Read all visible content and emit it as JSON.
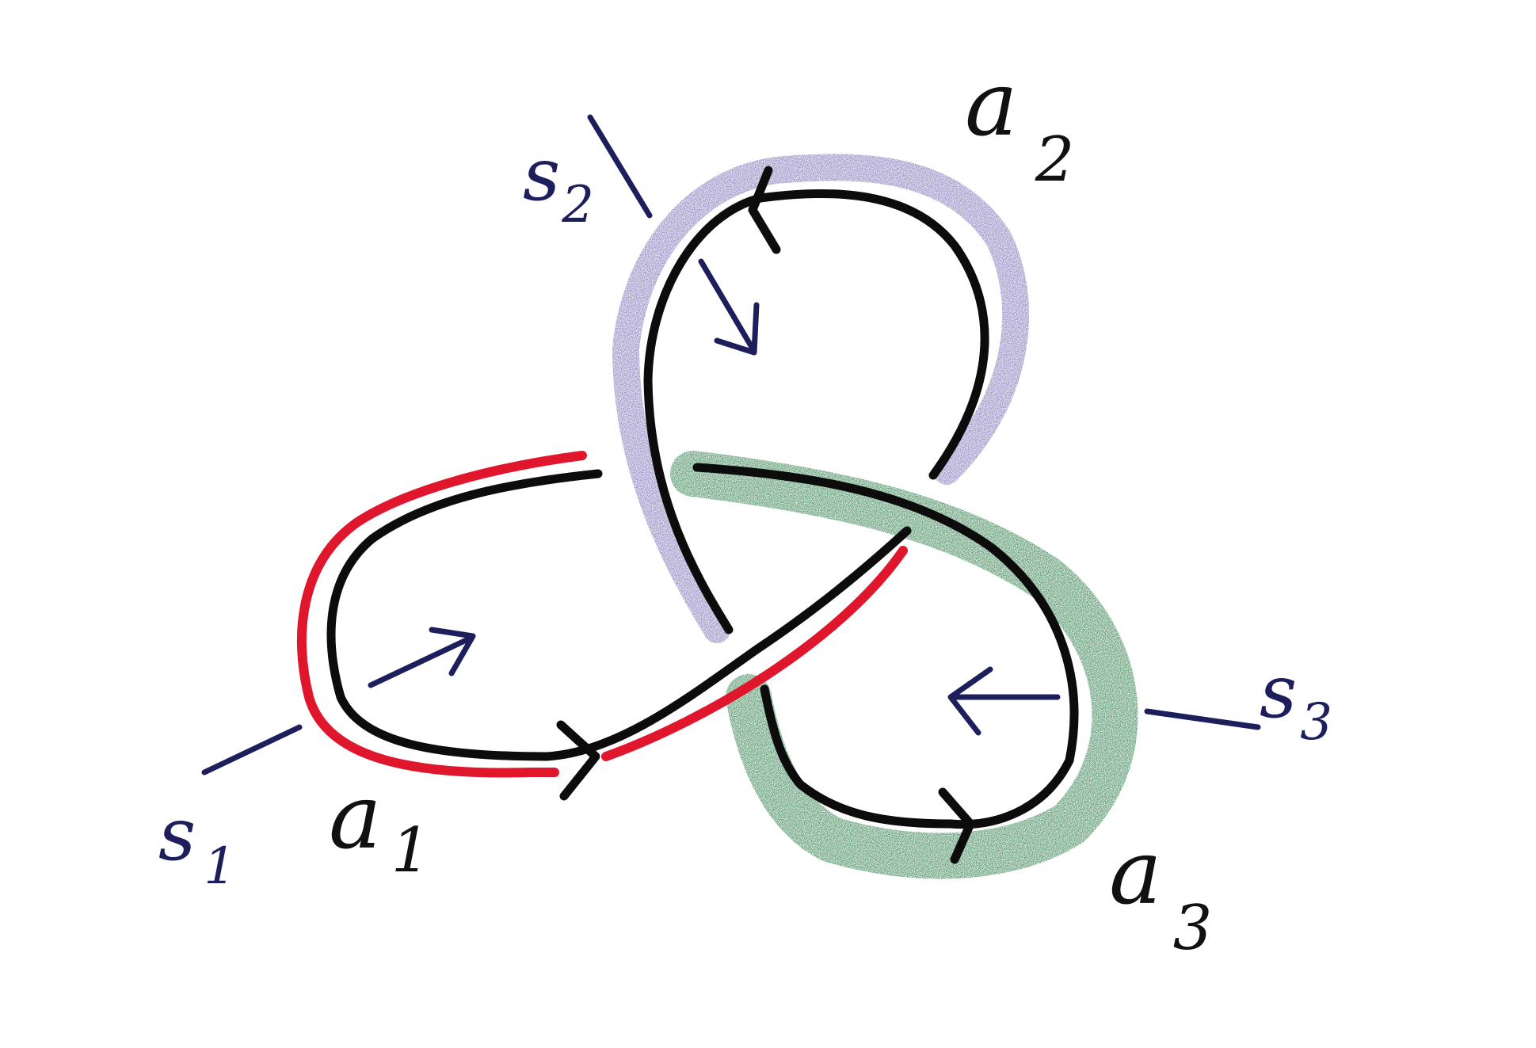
{
  "colors": {
    "arc_a1_highlight": "#e0162c",
    "arc_a2_highlight": "#7d70b6",
    "arc_a3_highlight": "#2e7d4a",
    "knot_strand": "#0c0c0c",
    "seifert_ink": "#1c1f5c"
  },
  "labels": {
    "a1": {
      "letter": "a",
      "sub": "1"
    },
    "a2": {
      "letter": "a",
      "sub": "2"
    },
    "a3": {
      "letter": "a",
      "sub": "3"
    },
    "s1": {
      "letter": "s",
      "sub": "1"
    },
    "s2": {
      "letter": "s",
      "sub": "2"
    },
    "s3": {
      "letter": "s",
      "sub": "3"
    }
  }
}
